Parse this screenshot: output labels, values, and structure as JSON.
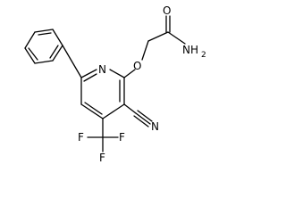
{
  "atoms": {
    "ring_nitrogen": "N",
    "ether_oxygen": "O",
    "carbonyl_oxygen": "O",
    "amide_nitrogen": "NH",
    "amide_h_count": "2",
    "nitrile_nitrogen": "N",
    "fluorine_1": "F",
    "fluorine_2": "F",
    "fluorine_3": "F"
  },
  "colors": {
    "bond": "#000000",
    "label": "#000000",
    "background": "#ffffff"
  }
}
